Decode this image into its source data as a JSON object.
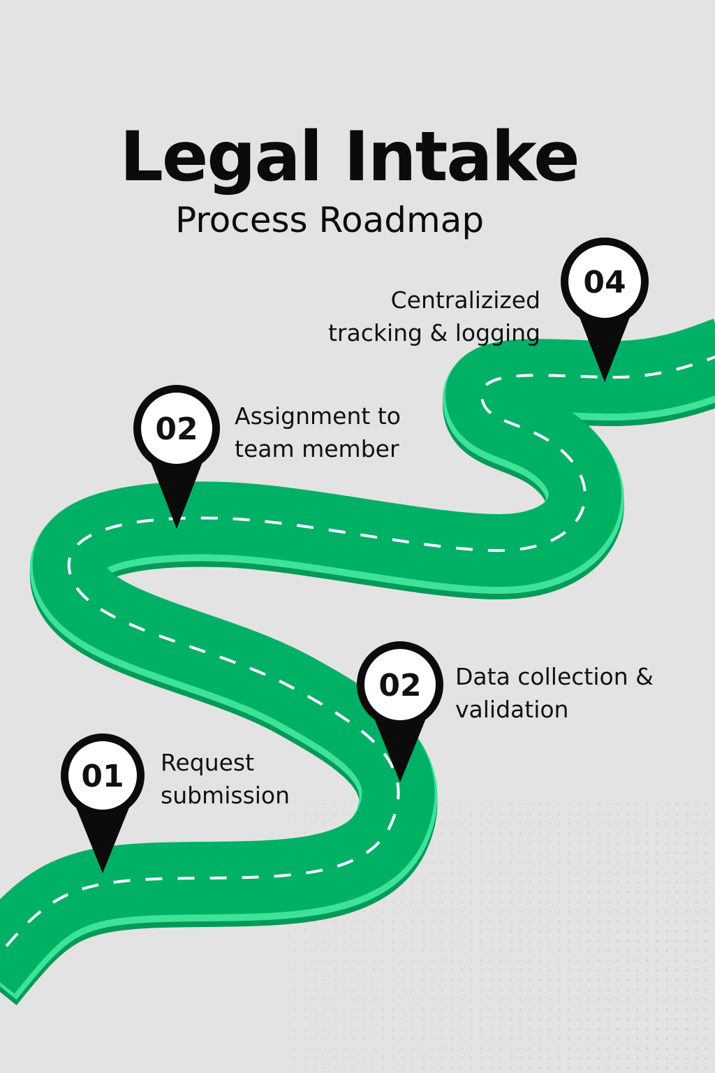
{
  "header": {
    "title": "Legal Intake",
    "subtitle": "Process Roadmap"
  },
  "colors": {
    "background": "#e3e3e3",
    "road": "#00b065",
    "road_edge": "#3ee39a",
    "road_shadow": "#019a57",
    "pin": "#0b0b0b",
    "pin_face": "#ffffff"
  },
  "milestones": [
    {
      "number": "01",
      "line1": "Request",
      "line2": "submission"
    },
    {
      "number": "02",
      "line1": "Data collection  &",
      "line2": "validation"
    },
    {
      "number": "02",
      "line1": "Assignment to",
      "line2": "team member"
    },
    {
      "number": "04",
      "line1": "Centralizized",
      "line2": "tracking & logging"
    }
  ]
}
